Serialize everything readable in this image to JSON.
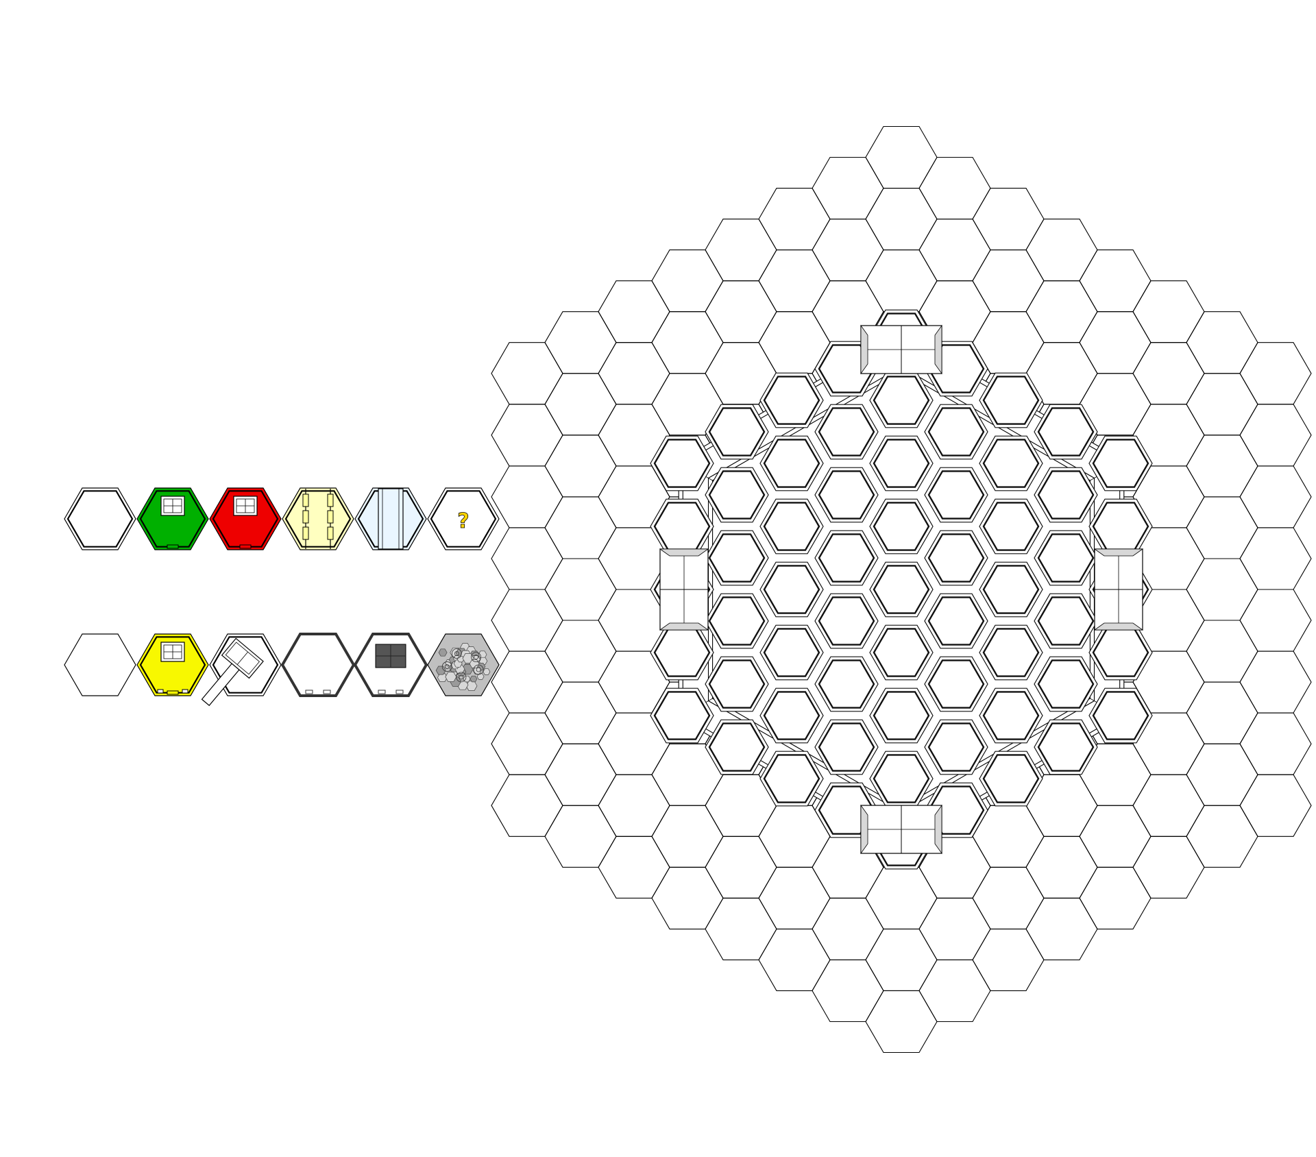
{
  "palette": {
    "tile_row_1": [
      {
        "name": "empty-tile",
        "fill": "#ffffff",
        "icon": "empty-hex"
      },
      {
        "name": "green-base-tile",
        "fill": "#00b000",
        "icon": "window-door"
      },
      {
        "name": "red-base-tile",
        "fill": "#ee0000",
        "icon": "window-door"
      },
      {
        "name": "yellow-ladder-tile",
        "fill": "#ffffc0",
        "icon": "ladder"
      },
      {
        "name": "glass-corridor-tile",
        "fill": "#eaf6ff",
        "icon": "glass-walls"
      },
      {
        "name": "unknown-tile",
        "fill": "#ffffff",
        "icon": "question-mark",
        "label": "?"
      }
    ],
    "tile_row_2": [
      {
        "name": "blank-tile",
        "fill": "#ffffff",
        "icon": "thin-hex"
      },
      {
        "name": "yellow-base-tile",
        "fill": "#f8f800",
        "icon": "window-door"
      },
      {
        "name": "hammer-tile",
        "fill": "#ffffff",
        "icon": "hammer"
      },
      {
        "name": "dark-wall-tile",
        "fill": "#ffffff",
        "icon": "dark-hex"
      },
      {
        "name": "dark-block-tile",
        "fill": "#ffffff",
        "icon": "dark-block"
      },
      {
        "name": "rubble-tile",
        "fill": "#c0c0c0",
        "icon": "rubble"
      }
    ]
  },
  "board": {
    "outer_rings": 7,
    "inner_rings": 4,
    "towers": [
      "top",
      "bottom",
      "left",
      "right"
    ],
    "colors": {
      "line": "#000000",
      "inner_line": "#111111",
      "wall": "#333333"
    }
  }
}
